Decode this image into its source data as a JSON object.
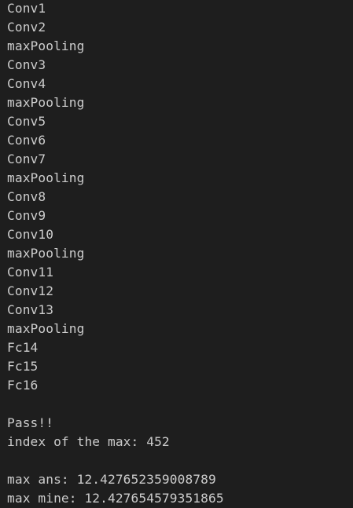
{
  "terminal": {
    "lines": [
      "Conv1",
      "Conv2",
      "maxPooling",
      "Conv3",
      "Conv4",
      "maxPooling",
      "Conv5",
      "Conv6",
      "Conv7",
      "maxPooling",
      "Conv8",
      "Conv9",
      "Conv10",
      "maxPooling",
      "Conv11",
      "Conv12",
      "Conv13",
      "maxPooling",
      "Fc14",
      "Fc15",
      "Fc16",
      "",
      "Pass!!",
      "index of the max: 452",
      "",
      "max ans: 12.427652359008789",
      "max mine: 12.427654579351865"
    ]
  },
  "colors": {
    "background": "#1e1e1e",
    "text": "#cccccc"
  }
}
